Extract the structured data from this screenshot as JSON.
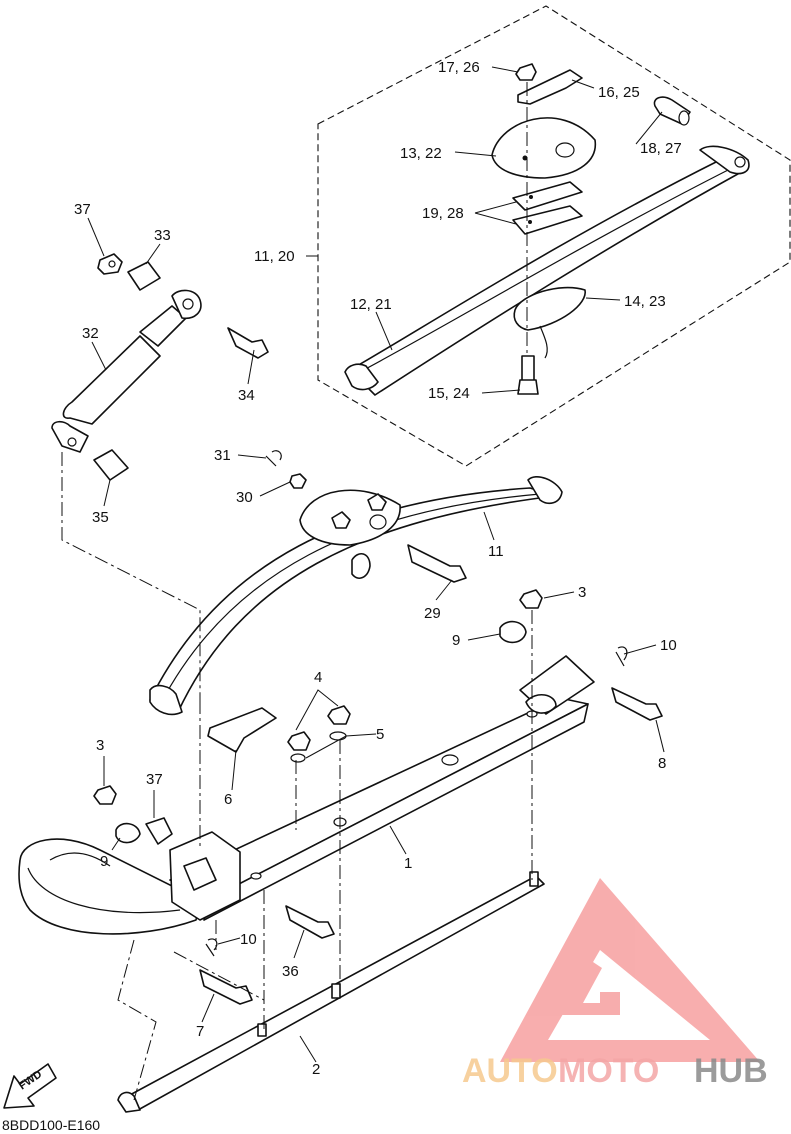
{
  "diagram": {
    "ref_code": "8BDD100-E160",
    "direction_label": "FWD",
    "callouts": [
      "17, 26",
      "16, 25",
      "13, 22",
      "18, 27",
      "19, 28",
      "11, 20",
      "12, 21",
      "14, 23",
      "15, 24",
      "37",
      "33",
      "32",
      "34",
      "35",
      "31",
      "30",
      "11",
      "29",
      "3",
      "9",
      "10",
      "8",
      "4",
      "5",
      "6",
      "1",
      "3",
      "37",
      "9",
      "10",
      "36",
      "7",
      "2"
    ],
    "accent_color": "#f26b6b",
    "line_color": "#111111"
  },
  "watermark": {
    "word_auto": "AUTO",
    "word_moto": "MOTO",
    "word_hub": "HUB",
    "colors": {
      "auto": "#f6c98f",
      "moto": "#f4a6a6",
      "hub": "#8a8a8a",
      "logo": "#f26b6b"
    }
  }
}
